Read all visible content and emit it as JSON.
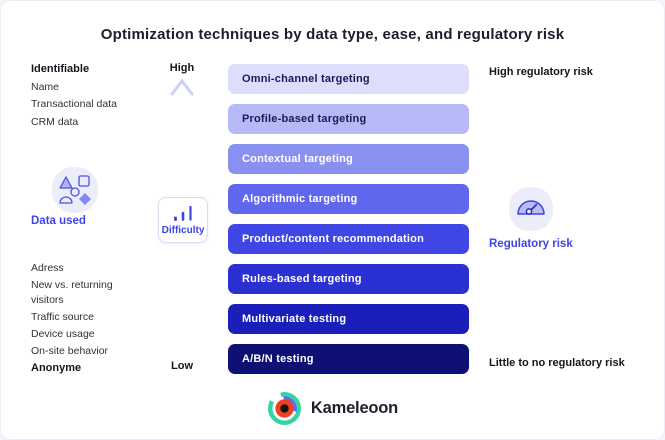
{
  "title": "Optimization techniques by data type, ease, and regulatory risk",
  "data_axis": {
    "identifiable_header": "Identifiable",
    "identifiable_items": [
      "Name",
      "Transactional data",
      "CRM data"
    ],
    "icon_label": "Data used",
    "anonymous_items": [
      "Adress",
      "New vs. returning visitors",
      "Traffic source",
      "Device usage",
      "On-site behavior"
    ],
    "anonymous_header": "Anonyme"
  },
  "difficulty_axis": {
    "high": "High",
    "low": "Low",
    "label": "Difficulty"
  },
  "techniques": [
    {
      "label": "Omni-channel targeting",
      "color": "#dcdefb",
      "text_color": "#191b55"
    },
    {
      "label": "Profile-based targeting",
      "color": "#b5b9f6",
      "text_color": "#191b55"
    },
    {
      "label": "Contextual targeting",
      "color": "#8a90f0",
      "text_color": "#ffffff"
    },
    {
      "label": "Algorithmic targeting",
      "color": "#6167ec",
      "text_color": "#ffffff"
    },
    {
      "label": "Product/content recommendation",
      "color": "#4046e4",
      "text_color": "#ffffff"
    },
    {
      "label": "Rules-based targeting",
      "color": "#2b30d2",
      "text_color": "#ffffff"
    },
    {
      "label": "Multivariate testing",
      "color": "#1b1fba",
      "text_color": "#ffffff"
    },
    {
      "label": "A/B/N testing",
      "color": "#0e1173",
      "text_color": "#ffffff"
    }
  ],
  "regulatory_axis": {
    "high": "High regulatory risk",
    "low": "Little to no regulatory risk",
    "icon_label": "Regulatory risk"
  },
  "footer": {
    "brand": "Kameleoon"
  },
  "colors": {
    "accent_blue": "#3f45e2",
    "arrow_gradient": [
      "#cdd1f8",
      "#959bf2",
      "#4a51e0",
      "#131670"
    ],
    "blob_bg": "#ecedfb",
    "brand_teal": "#35d4a4",
    "brand_purple": "#6e66ea",
    "brand_red": "#ee4023"
  }
}
